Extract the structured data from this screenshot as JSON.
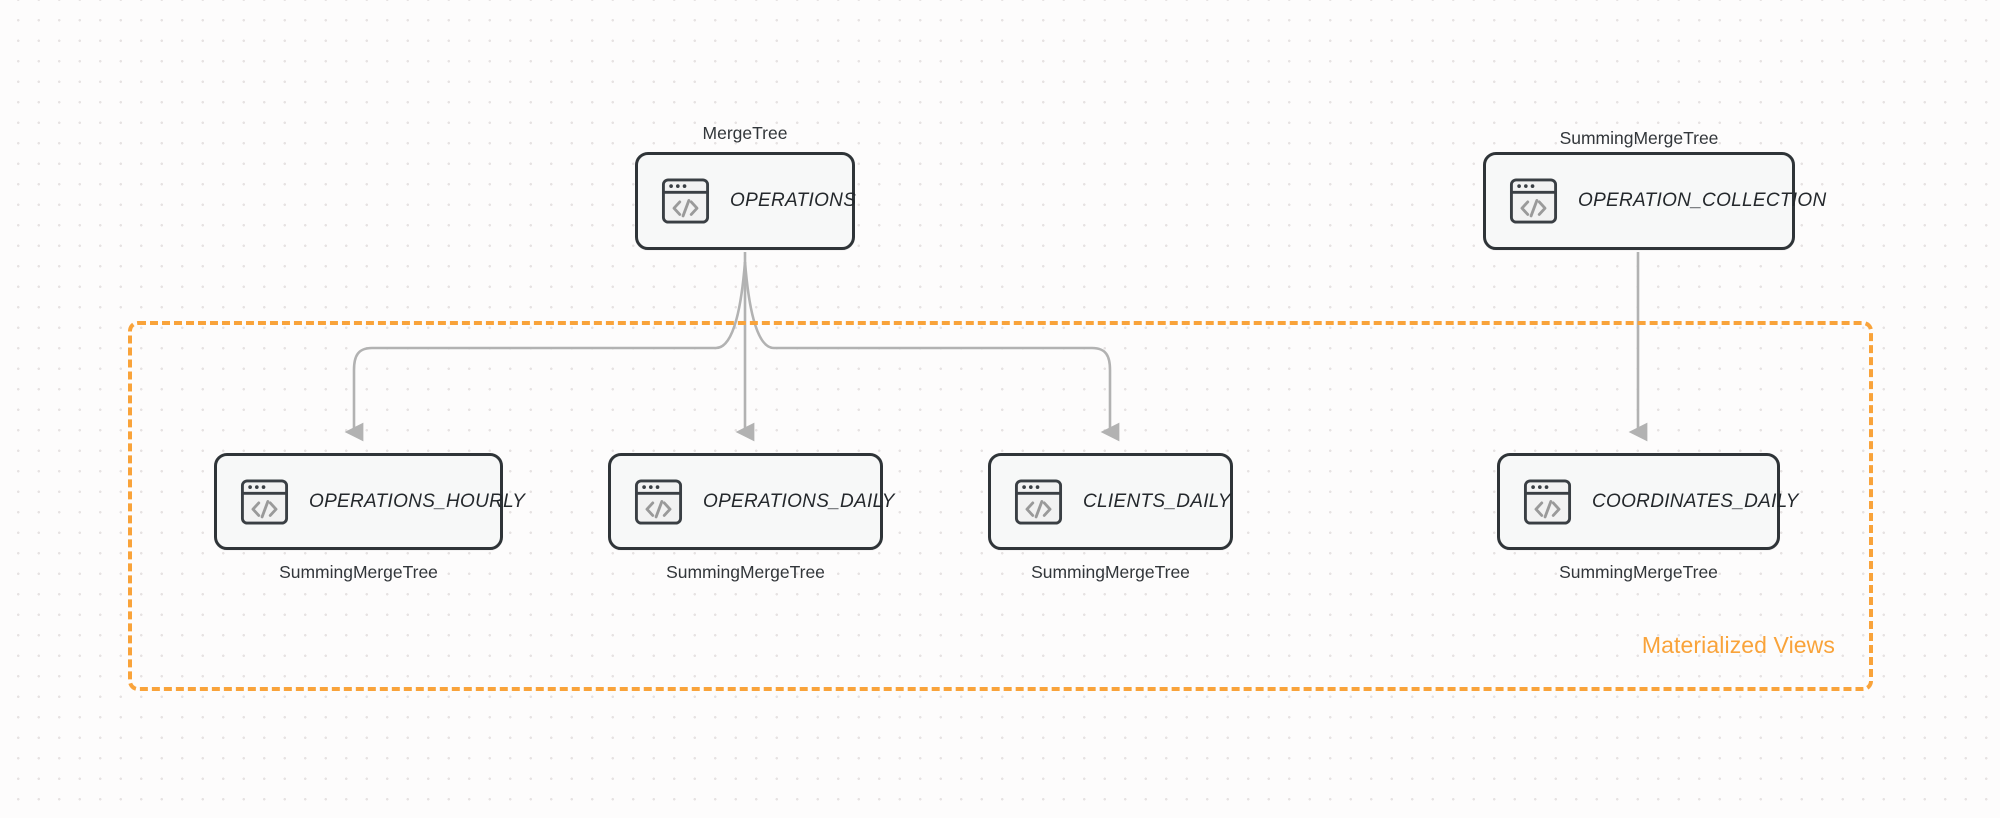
{
  "diagram": {
    "title": "ClickHouse table and materialized views hierarchy",
    "background_color": "#fdfcfc",
    "grid": "dot-grid",
    "accent_color": "#f9a33a",
    "node_border_color": "#2f3438",
    "node_fill_color": "#f7f8f8",
    "edge_color": "#b2b2b2"
  },
  "group": {
    "label": "Materialized Views",
    "color": "#f9a33a",
    "style": "dashed"
  },
  "icons": {
    "code_window": "code-window-icon"
  },
  "nodes": [
    {
      "id": "operations",
      "label": "OPERATIONS",
      "engine": "MergeTree",
      "engine_position": "above",
      "icon": "code-window-icon"
    },
    {
      "id": "operation_collection",
      "label": "OPERATION_COLLECTION",
      "engine": "SummingMergeTree",
      "engine_position": "above",
      "icon": "code-window-icon"
    },
    {
      "id": "operations_hourly",
      "label": "OPERATIONS_HOURLY",
      "engine": "SummingMergeTree",
      "engine_position": "below",
      "icon": "code-window-icon"
    },
    {
      "id": "operations_daily",
      "label": "OPERATIONS_DAILY",
      "engine": "SummingMergeTree",
      "engine_position": "below",
      "icon": "code-window-icon"
    },
    {
      "id": "clients_daily",
      "label": "CLIENTS_DAILY",
      "engine": "SummingMergeTree",
      "engine_position": "below",
      "icon": "code-window-icon"
    },
    {
      "id": "coordinates_daily",
      "label": "COORDINATES_DAILY",
      "engine": "SummingMergeTree",
      "engine_position": "below",
      "icon": "code-window-icon"
    }
  ],
  "edges": [
    {
      "from": "operations",
      "to": "operations_hourly",
      "arrow": true
    },
    {
      "from": "operations",
      "to": "operations_daily",
      "arrow": true
    },
    {
      "from": "operations",
      "to": "clients_daily",
      "arrow": true
    },
    {
      "from": "operation_collection",
      "to": "coordinates_daily",
      "arrow": true
    }
  ]
}
